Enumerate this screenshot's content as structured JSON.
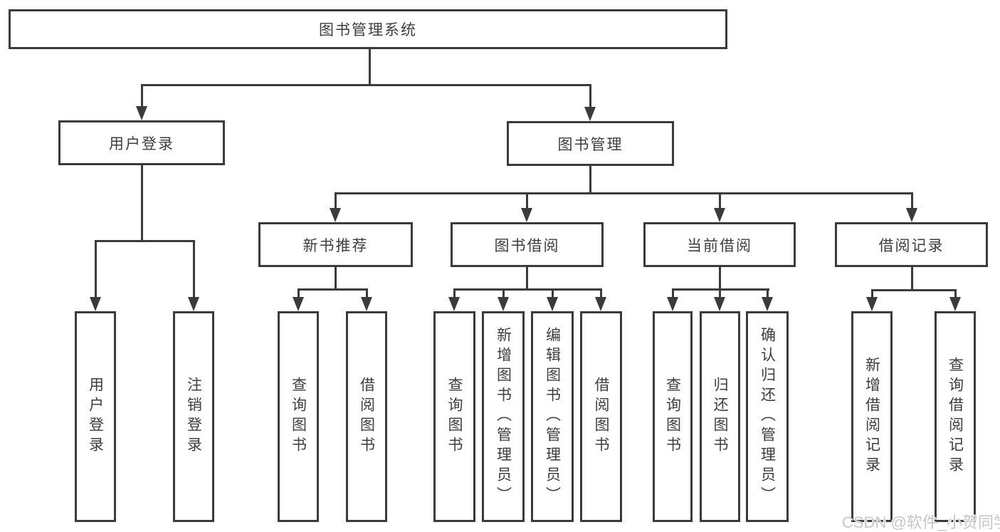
{
  "diagram": {
    "tree": {
      "root": {
        "label": "图书管理系统",
        "children": [
          {
            "label": "用户登录",
            "children": [
              {
                "label": "用户登录"
              },
              {
                "label": "注销登录"
              }
            ]
          },
          {
            "label": "图书管理",
            "children": [
              {
                "label": "新书推荐",
                "children": [
                  {
                    "label": "查询图书"
                  },
                  {
                    "label": "借阅图书"
                  }
                ]
              },
              {
                "label": "图书借阅",
                "children": [
                  {
                    "label": "查询图书"
                  },
                  {
                    "label": "新增图书（管理员）"
                  },
                  {
                    "label": "编辑图书（管理员）"
                  },
                  {
                    "label": "借阅图书"
                  }
                ]
              },
              {
                "label": "当前借阅",
                "children": [
                  {
                    "label": "查询图书"
                  },
                  {
                    "label": "归还图书"
                  },
                  {
                    "label": "确认归还（管理员）"
                  }
                ]
              },
              {
                "label": "借阅记录",
                "children": [
                  {
                    "label": "新增借阅记录"
                  },
                  {
                    "label": "查询借阅记录"
                  }
                ]
              }
            ]
          }
        ]
      }
    },
    "watermark": "CSDN @软件_小贺同学",
    "colors": {
      "line": "#3b3b3b",
      "text": "#3d3d3d",
      "background": "#ffffff",
      "watermark": "#c6c6c6"
    }
  }
}
